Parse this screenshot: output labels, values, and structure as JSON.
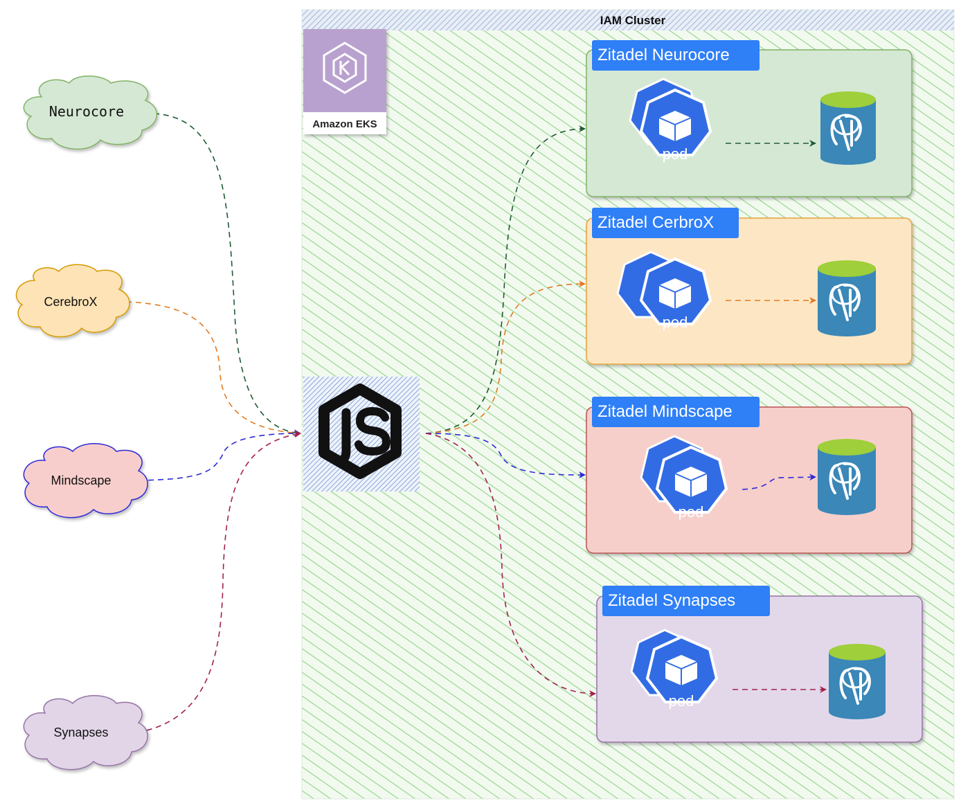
{
  "cluster": {
    "title": "IAM Cluster",
    "eks_label": "Amazon EKS"
  },
  "clients": [
    {
      "label": "Neurocore",
      "fill": "#d5e8d4",
      "stroke": "#82b366",
      "edge": "#1f5a32"
    },
    {
      "label": "CerebroX",
      "fill": "#fde3b5",
      "stroke": "#d79b00",
      "edge": "#e07a1f"
    },
    {
      "label": "Mindscape",
      "fill": "#f8cecc",
      "stroke": "#2b2bd6",
      "edge": "#2b2bd6"
    },
    {
      "label": "Synapses",
      "fill": "#e1d5e7",
      "stroke": "#9673a6",
      "edge": "#a3204d"
    }
  ],
  "gateway": {
    "icon": "nodejs-icon"
  },
  "tenants": [
    {
      "title": "Zitadel Neurocore",
      "pod_label": "pod",
      "fill": "#d5e8d4",
      "stroke": "#82b366",
      "edge": "#1f5a32",
      "db_icon": "postgresql-icon"
    },
    {
      "title": "Zitadel CerbroX",
      "pod_label": "pod",
      "fill": "#fde6c4",
      "stroke": "#e5a33a",
      "edge": "#e07a1f",
      "db_icon": "postgresql-icon"
    },
    {
      "title": "Zitadel Mindscape",
      "pod_label": "pod",
      "fill": "#f6cfcb",
      "stroke": "#b85450",
      "edge": "#2b2bd6",
      "db_icon": "postgresql-icon"
    },
    {
      "title": "Zitadel Synapses",
      "pod_label": "pod",
      "fill": "#e3d8ea",
      "stroke": "#9673a6",
      "edge": "#a3204d",
      "db_icon": "postgresql-icon"
    }
  ],
  "colors": {
    "label_blue": "#2f7ff7",
    "k8s_blue": "#326ce5",
    "db_blue": "#3a87b8",
    "db_top": "#9fcf3a",
    "eks_purple": "#b9a1cf"
  }
}
